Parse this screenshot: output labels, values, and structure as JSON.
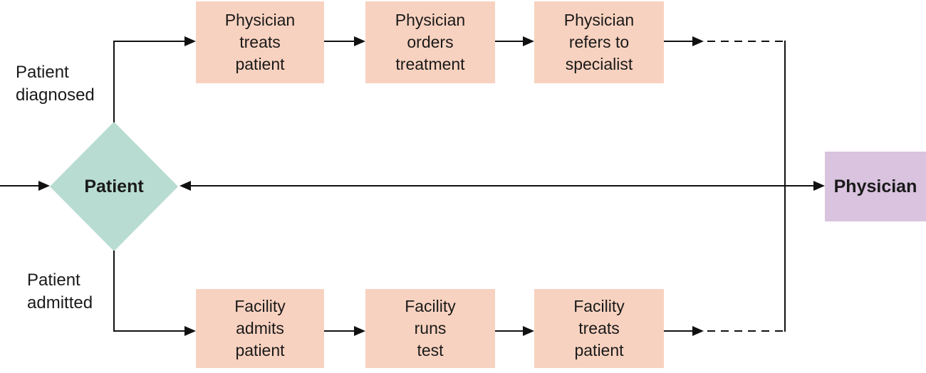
{
  "diagram": {
    "patient_node": {
      "label": "Patient"
    },
    "physician_node": {
      "label": "Physician"
    },
    "branch_top": {
      "label": "Patient\ndiagnosed",
      "steps": [
        {
          "label": "Physician\ntreats\npatient"
        },
        {
          "label": "Physician\norders\ntreatment"
        },
        {
          "label": "Physician\nrefers to\nspecialist"
        }
      ]
    },
    "branch_bottom": {
      "label": "Patient\nadmitted",
      "steps": [
        {
          "label": "Facility\nadmits\npatient"
        },
        {
          "label": "Facility\nruns\ntest"
        },
        {
          "label": "Facility\ntreats\npatient"
        }
      ]
    },
    "colors": {
      "step_box": "#f8d2c0",
      "patient_diamond": "#b8dcd1",
      "physician_box": "#d9c3de",
      "line": "#111111",
      "text": "#1a1a1a",
      "background": "#ffffff"
    }
  }
}
